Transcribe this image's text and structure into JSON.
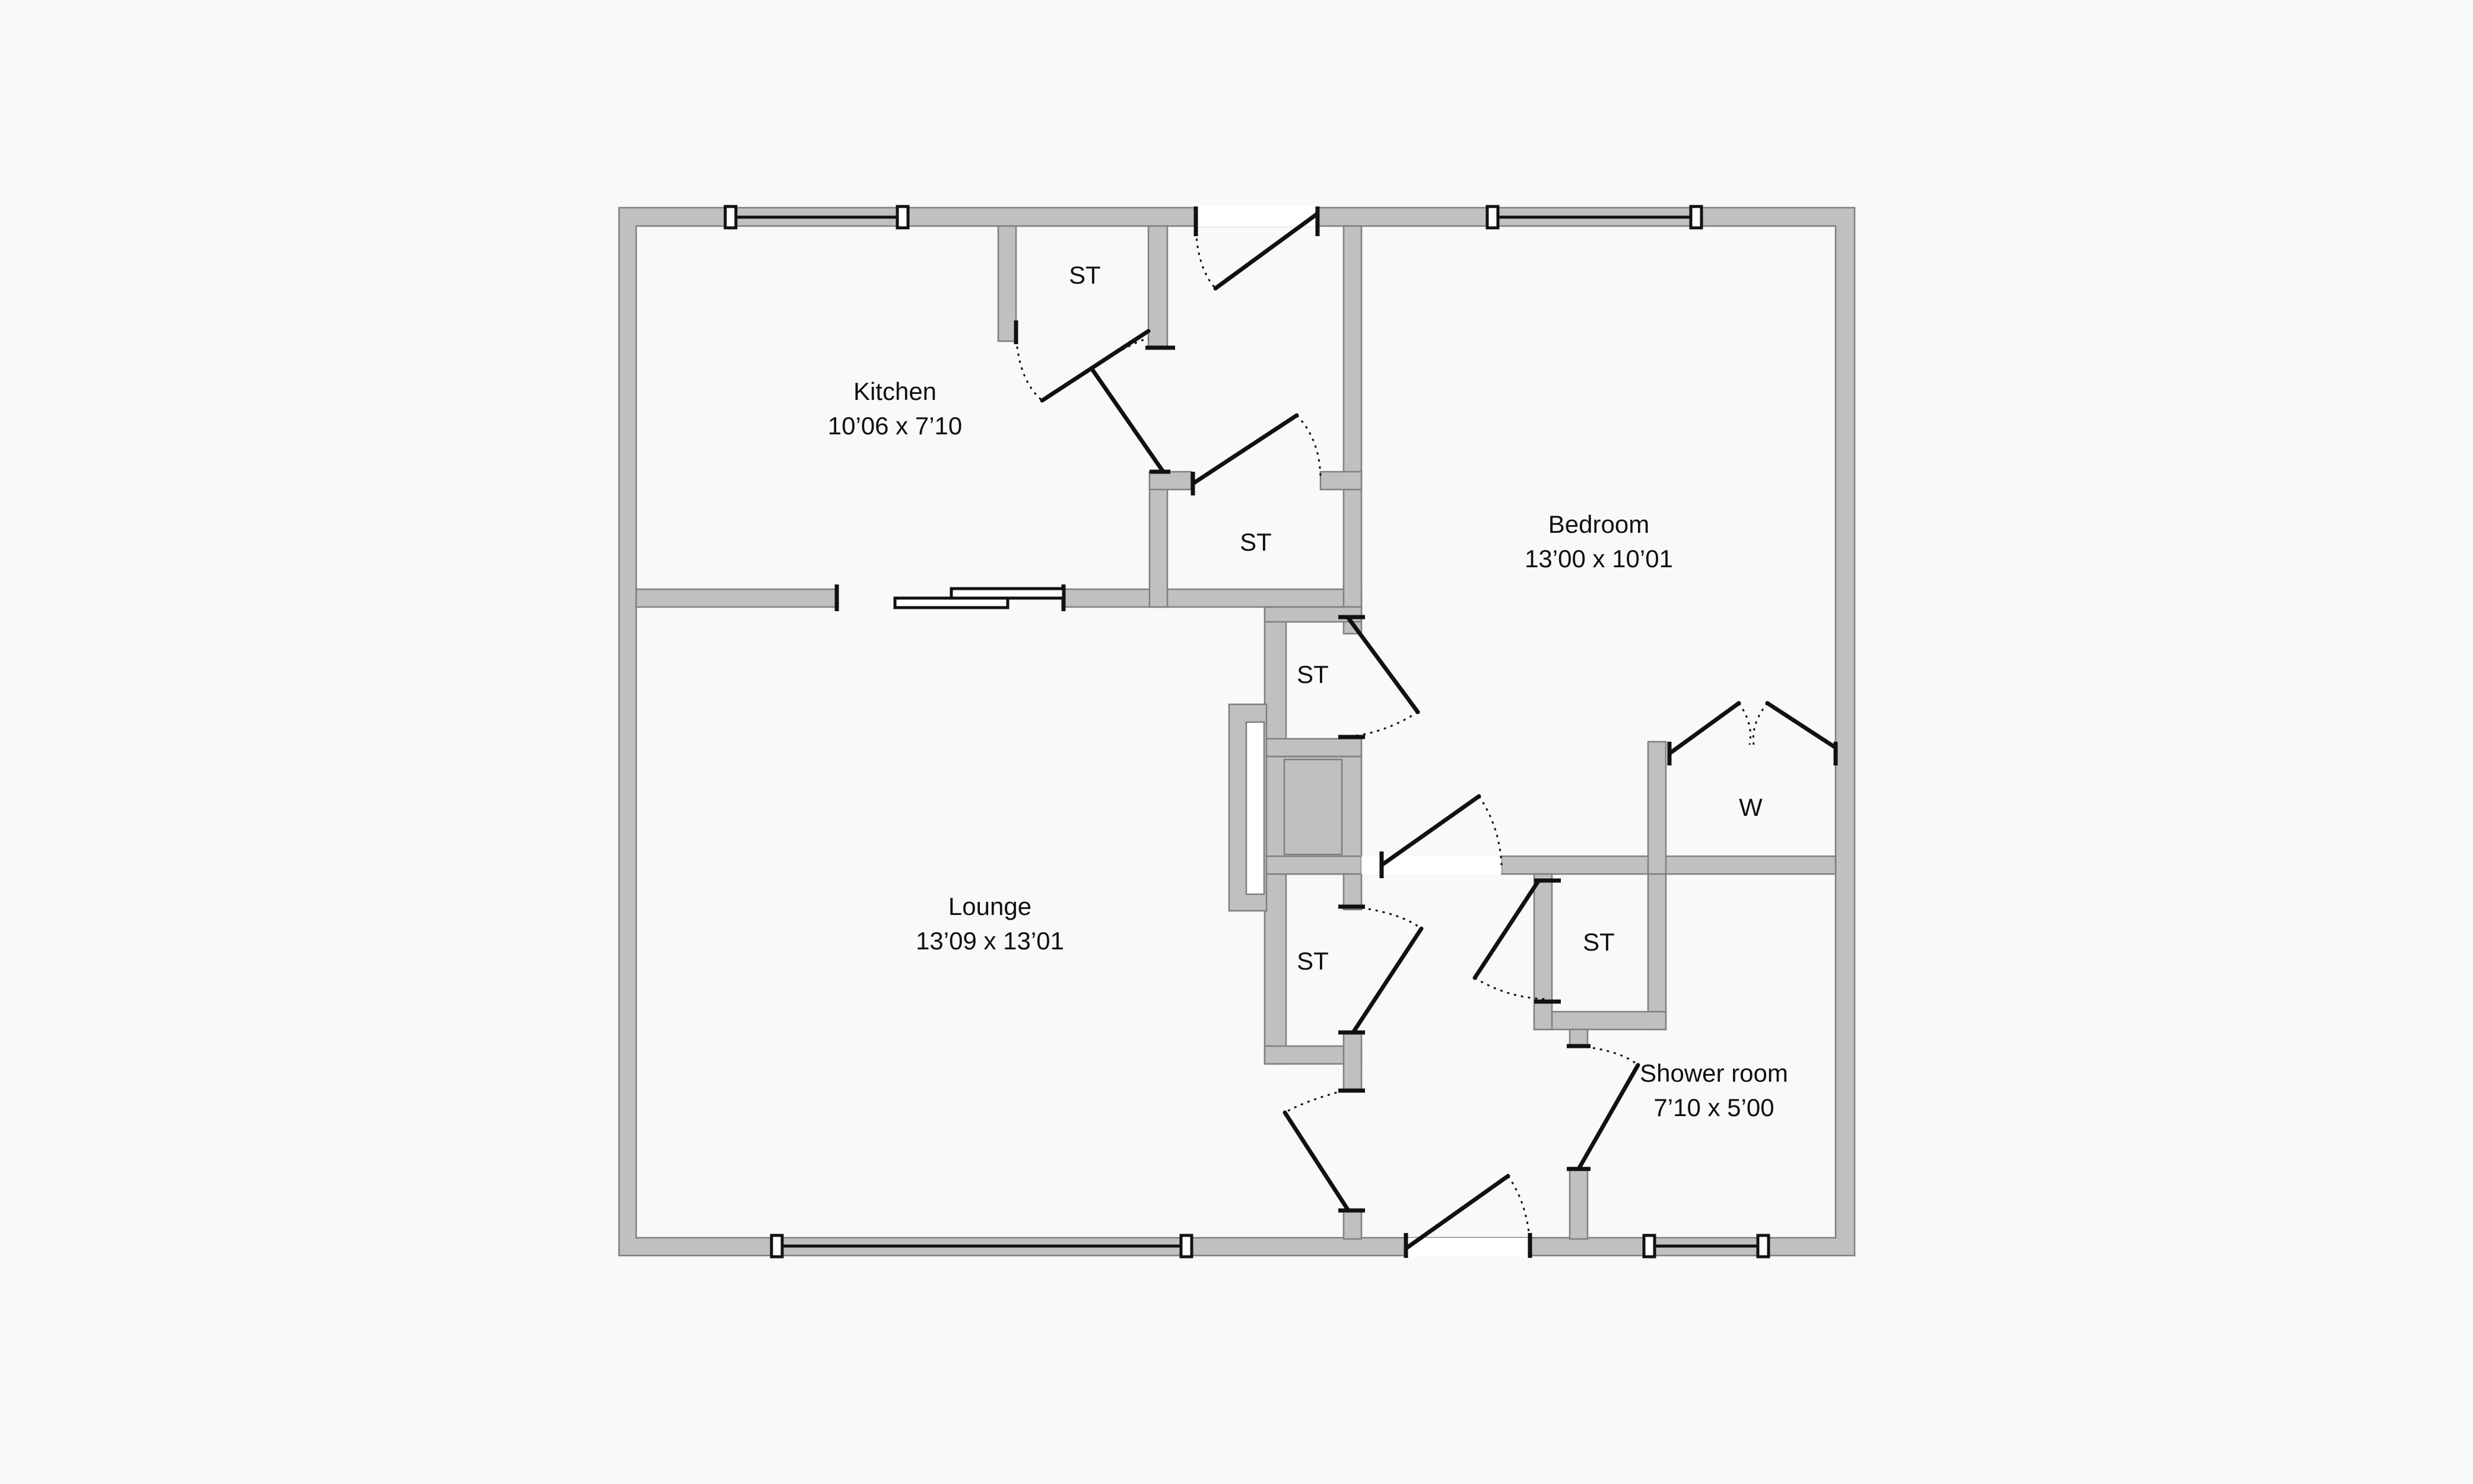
{
  "rooms": {
    "kitchen": {
      "name": "Kitchen",
      "size": "10’06 x 7’10"
    },
    "lounge": {
      "name": "Lounge",
      "size": "13’09 x 13’01"
    },
    "bedroom": {
      "name": "Bedroom",
      "size": "13’00 x 10’01"
    },
    "shower_room": {
      "name": "Shower room",
      "size": "7’10 x 5’00"
    }
  },
  "storage": {
    "st_kitchen": "ST",
    "st_hall_top": "ST",
    "st_hall_mid": "ST",
    "st_hall_low": "ST",
    "st_right": "ST",
    "wardrobe": "W"
  },
  "colors": {
    "background": "#f8f9fb",
    "wall_fill": "#c0c0c0",
    "wall_outline": "#7f7f7f",
    "lines": "#111111"
  }
}
